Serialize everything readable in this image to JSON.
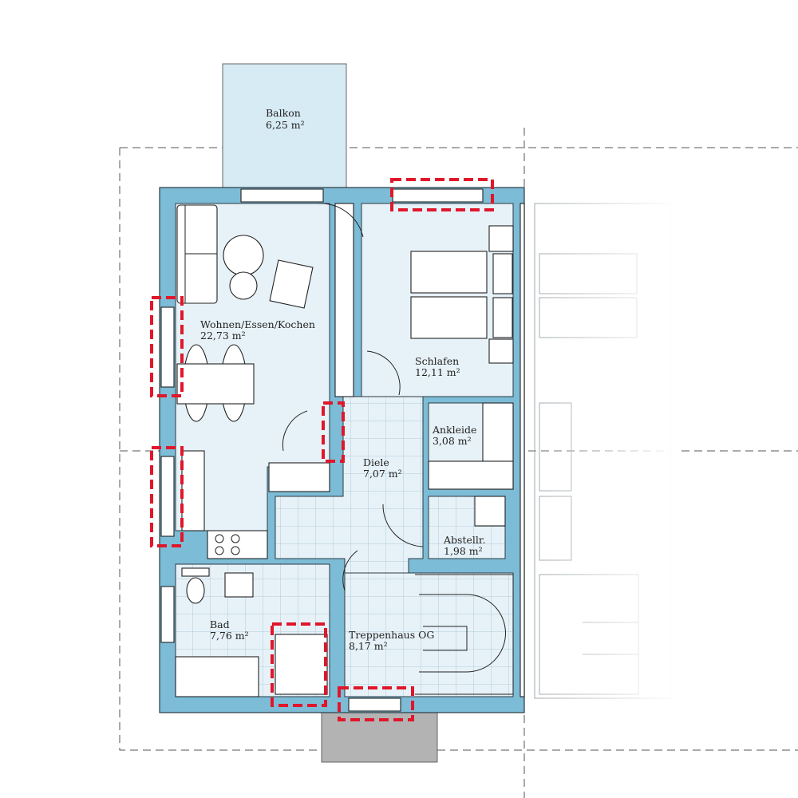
{
  "rooms": {
    "balkon": {
      "name": "Balkon",
      "area": "6,25 m²"
    },
    "wohnen": {
      "name": "Wohnen/Essen/Kochen",
      "area": "22,73 m²"
    },
    "schlafen": {
      "name": "Schlafen",
      "area": "12,11 m²"
    },
    "ankleide": {
      "name": "Ankleide",
      "area": "3,08 m²"
    },
    "diele": {
      "name": "Diele",
      "area": "7,07 m²"
    },
    "abstellr": {
      "name": "Abstellr.",
      "area": "1,98 m²"
    },
    "bad": {
      "name": "Bad",
      "area": "7,76 m²"
    },
    "treppenhaus": {
      "name": "Treppenhaus OG",
      "area": "8,17 m²"
    }
  },
  "colors": {
    "wall": "#7dbcd6",
    "room_fill": "#e7f2f8",
    "highlight": "#e0162b",
    "entrance": "#b3b3b3"
  }
}
